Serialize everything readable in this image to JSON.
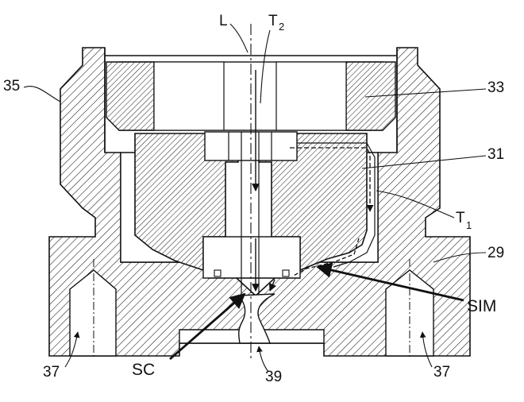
{
  "labels": {
    "L": "L",
    "T2_main": "T",
    "T2_sub": "2",
    "T1_main": "T",
    "T1_sub": "1",
    "n35": "35",
    "n33": "33",
    "n31": "31",
    "n29": "29",
    "n37_left": "37",
    "n37_right": "37",
    "n39": "39",
    "SIM": "SIM",
    "SC": "SC"
  }
}
